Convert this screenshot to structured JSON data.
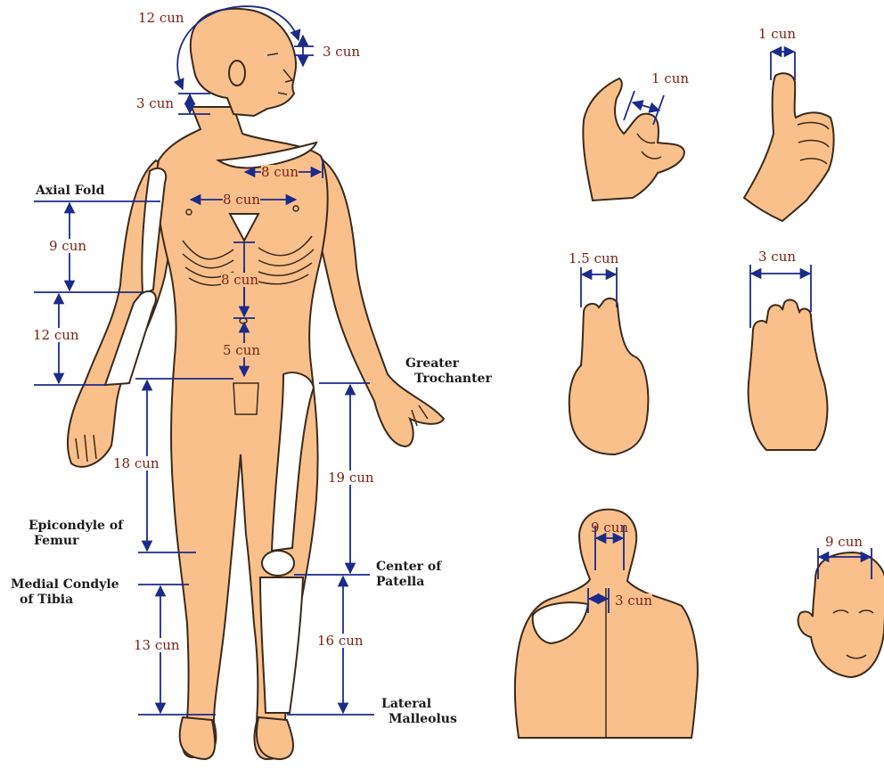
{
  "colors": {
    "skin": "#f9c08c",
    "outline": "#3a2a1a",
    "measure_line": "#1c2a8a",
    "measure_text": "#7a1f14",
    "landmark_text": "#1a1a1a"
  },
  "measurements": {
    "head_arc": "12 cun",
    "forehead": "3 cun",
    "neck": "3 cun",
    "clavicle": "8 cun",
    "nipples": "8 cun",
    "xiphoid_to_umbilicus": "8 cun",
    "umbilicus_to_pubis": "5 cun",
    "upper_arm": "9 cun",
    "forearm": "12 cun",
    "thigh_medial": "18 cun",
    "thigh_lateral": "19 cun",
    "lower_leg_medial": "13 cun",
    "lower_leg_lateral": "16 cun"
  },
  "landmarks": {
    "axial_fold": "Axial Fold",
    "greater_trochanter": [
      "Greater",
      "Trochanter"
    ],
    "epicondyle_femur": [
      "Epicondyle of",
      "Femur"
    ],
    "medial_condyle": [
      "Medial Condyle",
      "of Tibia"
    ],
    "center_patella": [
      "Center of",
      "Patella"
    ],
    "lateral_malleolus": [
      "Lateral",
      "Malleolus"
    ]
  },
  "hand_measures": {
    "middle_finger": "1 cun",
    "thumb": "1 cun",
    "two_fingers": "1.5 cun",
    "four_fingers": "3 cun"
  },
  "back_measures": {
    "mastoid": "9 cun",
    "shoulder": "3 cun"
  },
  "face_measure": "9 cun"
}
